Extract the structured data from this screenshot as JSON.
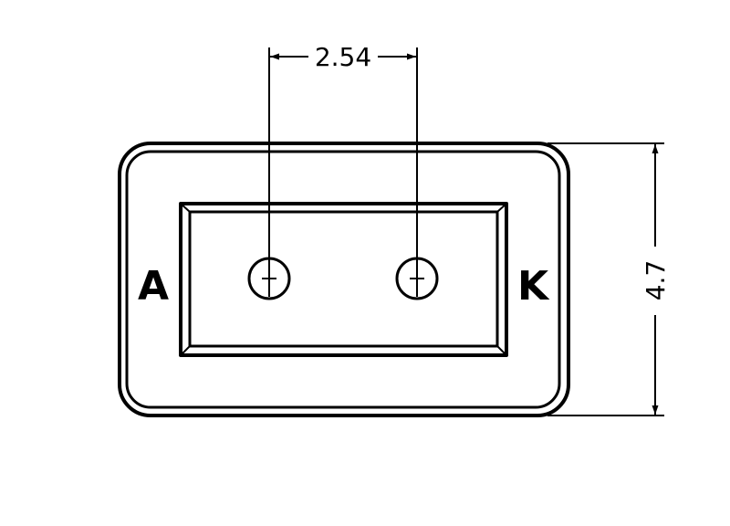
{
  "drawing": {
    "pitch_label": "2.54",
    "height_label": "4.7",
    "anode_label": "A",
    "cathode_label": "K",
    "line_color": "#000000",
    "background": "#ffffff"
  }
}
